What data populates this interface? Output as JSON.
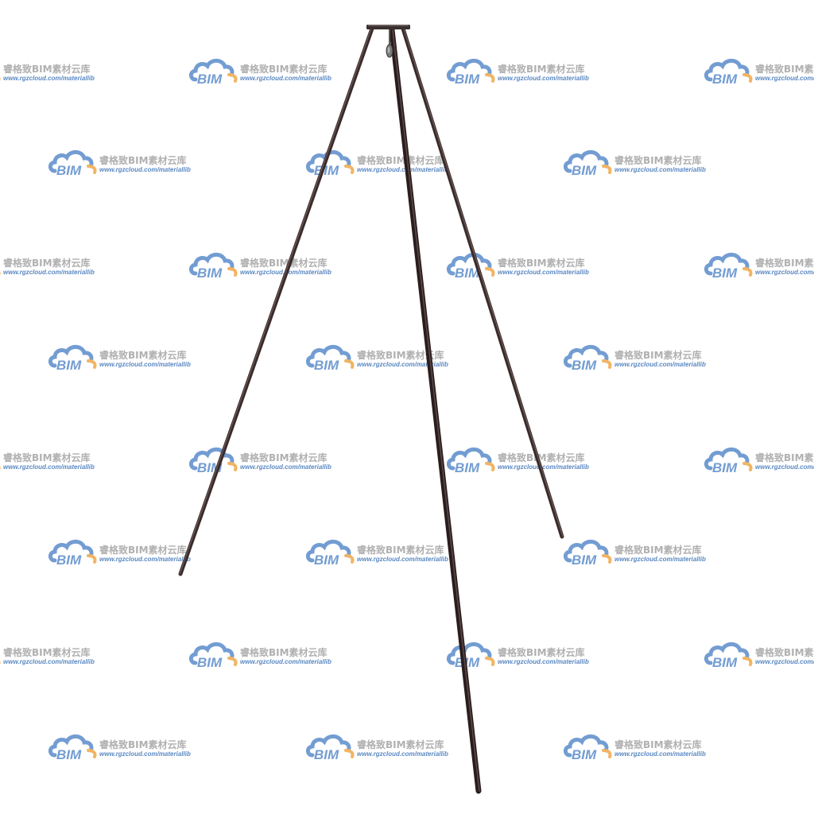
{
  "watermark": {
    "logo_text": "BIM",
    "title": "睿格致BIM素材云库",
    "url": "www.rgzcloud.com/materiallib",
    "colors": {
      "logo_blue": "#5b8ccb",
      "logo_orange": "#f0a848",
      "title_gray": "#a3a3a3",
      "url_blue": "#3e74b8"
    }
  },
  "object": {
    "icon": "tripod-icon",
    "colors": {
      "leg_dark": "#2a1d1d",
      "leg_mid": "#4a3838",
      "leg_light": "#6e5a5a"
    }
  }
}
